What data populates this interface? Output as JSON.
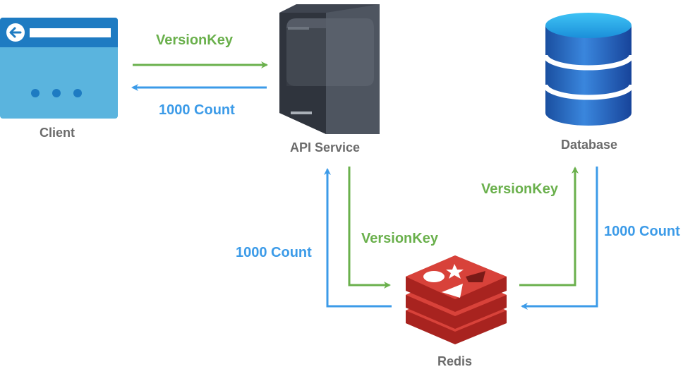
{
  "nodes": {
    "client": {
      "label": "Client",
      "icon": "browser-window-icon"
    },
    "api": {
      "label": "API Service",
      "icon": "server-tower-icon"
    },
    "database": {
      "label": "Database",
      "icon": "database-cylinder-icon"
    },
    "redis": {
      "label": "Redis",
      "icon": "redis-logo-icon"
    }
  },
  "edges": {
    "client_to_api": "VersionKey",
    "api_to_client": "1000 Count",
    "api_to_redis": "VersionKey",
    "redis_to_api": "1000 Count",
    "redis_to_db": "VersionKey",
    "db_to_redis": "1000 Count"
  },
  "colors": {
    "request": "#6ab04c",
    "response": "#3c9be8",
    "client_blue": "#5ab4de",
    "client_dark": "#1e7bc2",
    "redis_red": "#c9302c",
    "db_blue": "#1f5fb8",
    "server_gray": "#3f4550"
  }
}
